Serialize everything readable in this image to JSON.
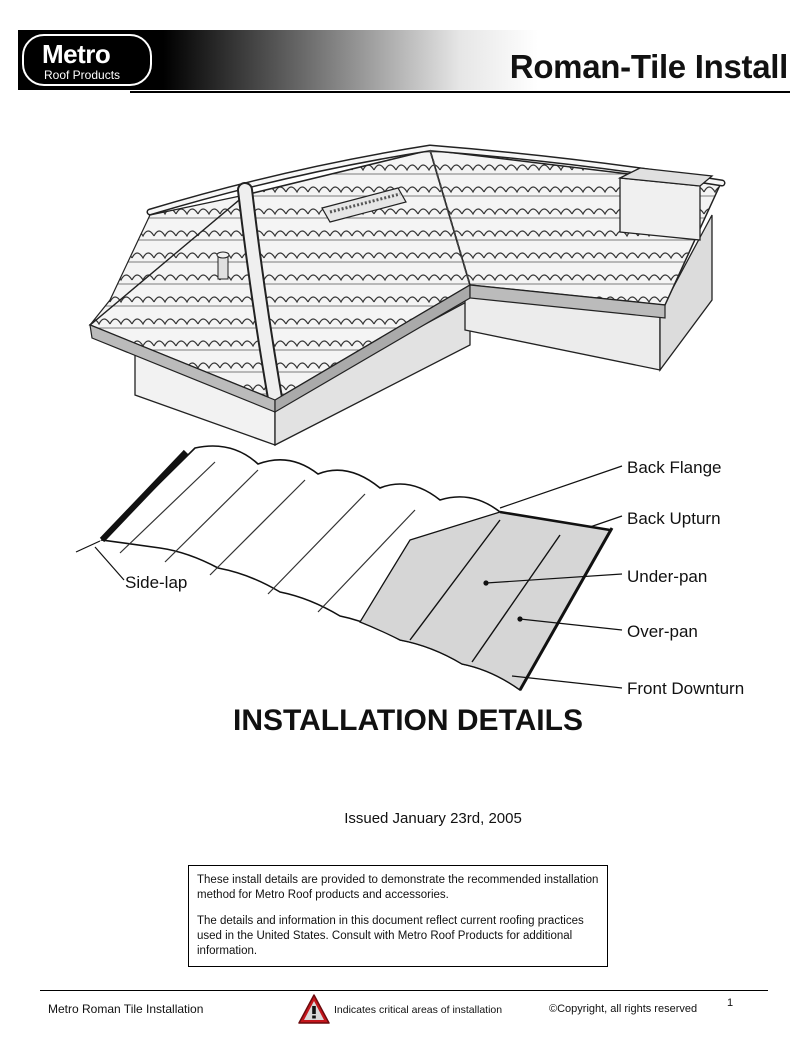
{
  "header": {
    "brand": "Metro",
    "brand_sub": "Roof Products",
    "title": "Roman-Tile Install"
  },
  "diagram": {
    "callouts": {
      "back_flange": "Back Flange",
      "back_upturn": "Back Upturn",
      "under_pan": "Under-pan",
      "over_pan": "Over-pan",
      "front_downturn": "Front Downturn",
      "side_lap": "Side-lap"
    }
  },
  "main": {
    "title": "INSTALLATION DETAILS",
    "issued": "Issued January 23rd, 2005",
    "notice_p1": "These install details are provided to demonstrate the recommended installation method for Metro Roof products and accessories.",
    "notice_p2": "The details and information in this document reflect current roofing practices used in the United States.  Consult with Metro Roof Products for additional information."
  },
  "footer": {
    "left": "Metro Roman Tile Installation",
    "warning": "Indicates critical areas of installation",
    "copyright": "©Copyright, all rights reserved",
    "page": "1",
    "warning_icon": "warning-triangle-icon"
  },
  "colors": {
    "warning_red": "#c4161c",
    "panel_grey": "#d6d6d6"
  }
}
